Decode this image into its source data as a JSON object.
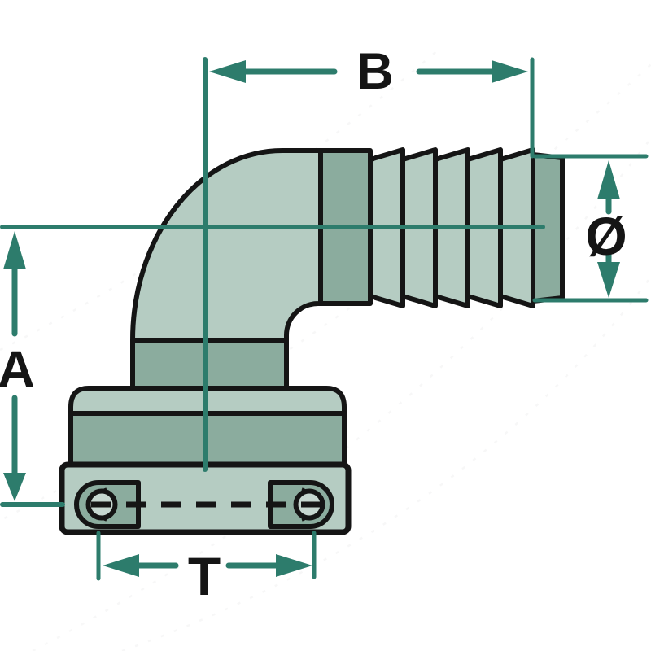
{
  "figure": {
    "type": "technical-drawing",
    "subject": "90-degree elbow hose barb fitting with bolted flange base"
  },
  "dimensions": {
    "a": {
      "label": "A"
    },
    "b": {
      "label": "B"
    },
    "diameter": {
      "label": "Ø"
    },
    "t": {
      "label": "T"
    }
  },
  "colors": {
    "accent": "#2d7c6c",
    "outline": "#151515",
    "body-light": "#b5ccc2",
    "body-dark": "#8bac9e",
    "washer": "#c6d7d0",
    "background": "#ffffff"
  }
}
